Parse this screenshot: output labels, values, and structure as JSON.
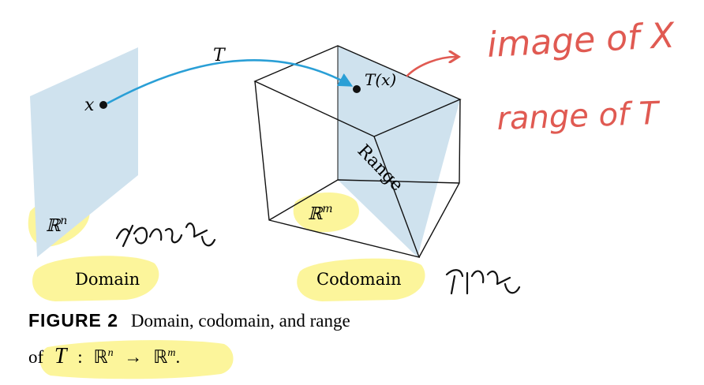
{
  "labels": {
    "map": "T",
    "x_point": "x",
    "tx_point": "T(x)",
    "domain_space": "ℝ",
    "domain_exp": "n",
    "codomain_space": "ℝ",
    "codomain_exp": "m",
    "range": "Range",
    "domain": "Domain",
    "codomain": "Codomain"
  },
  "caption": {
    "figure_label": "FIGURE 2",
    "line1": "Domain, codomain, and range",
    "line2_of": "of",
    "line2_T": "T",
    "line2_colon": ":",
    "line2_R1": "ℝ",
    "line2_n": "n",
    "line2_arrow": "→",
    "line2_R2": "ℝ",
    "line2_m": "m",
    "line2_period": "."
  },
  "handwriting": {
    "image_of_x": "image of X",
    "range_of_t": "range of T"
  },
  "colors": {
    "plane": "#cfe2ee",
    "arrow": "#2a9fd6",
    "highlight": "#fbf38a",
    "red_ink": "#e05a52"
  }
}
